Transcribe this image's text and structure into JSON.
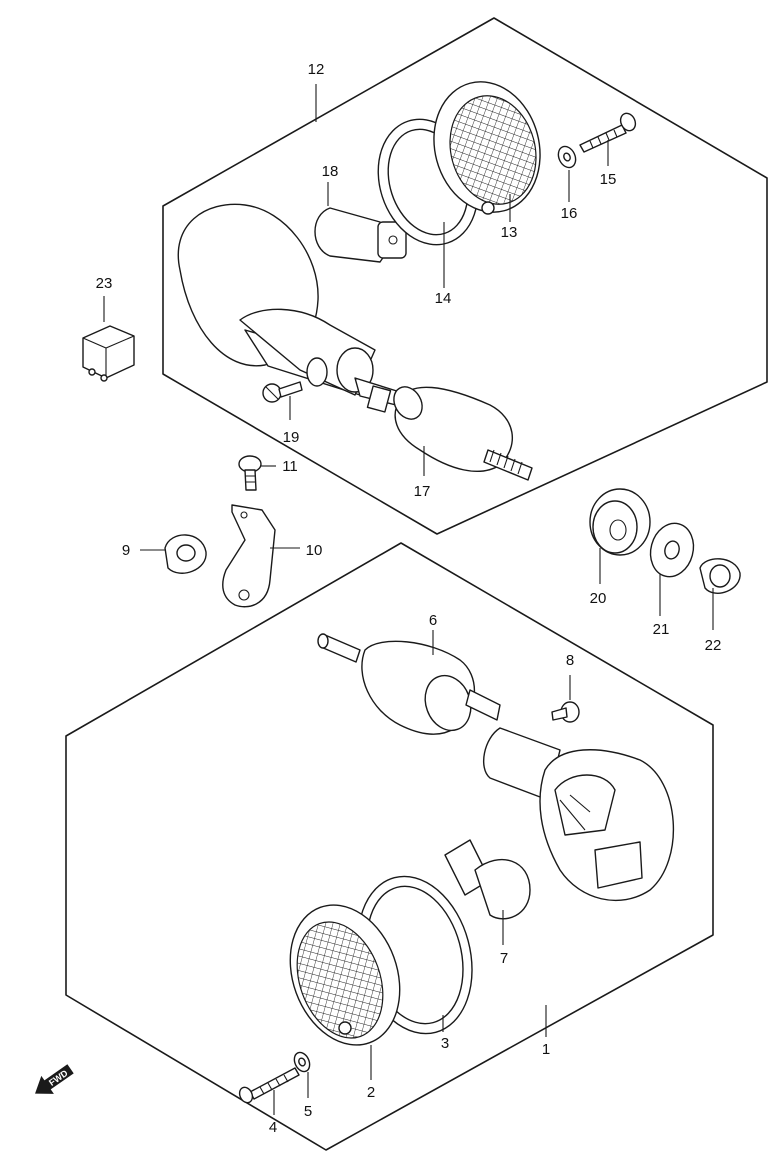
{
  "title": "",
  "labels": {
    "p1": "1",
    "p2": "2",
    "p3": "3",
    "p4": "4",
    "p5": "5",
    "p6": "6",
    "p7": "7",
    "p8": "8",
    "p9": "9",
    "p10": "10",
    "p11": "11",
    "p12": "12",
    "p13": "13",
    "p14": "14",
    "p15": "15",
    "p16": "16",
    "p17": "17",
    "p18": "18",
    "p19": "19",
    "p20": "20",
    "p21": "21",
    "p22": "22",
    "p23": "23"
  },
  "direction_badge": "FWD",
  "icons": {
    "direction": "forward-arrow-icon"
  }
}
